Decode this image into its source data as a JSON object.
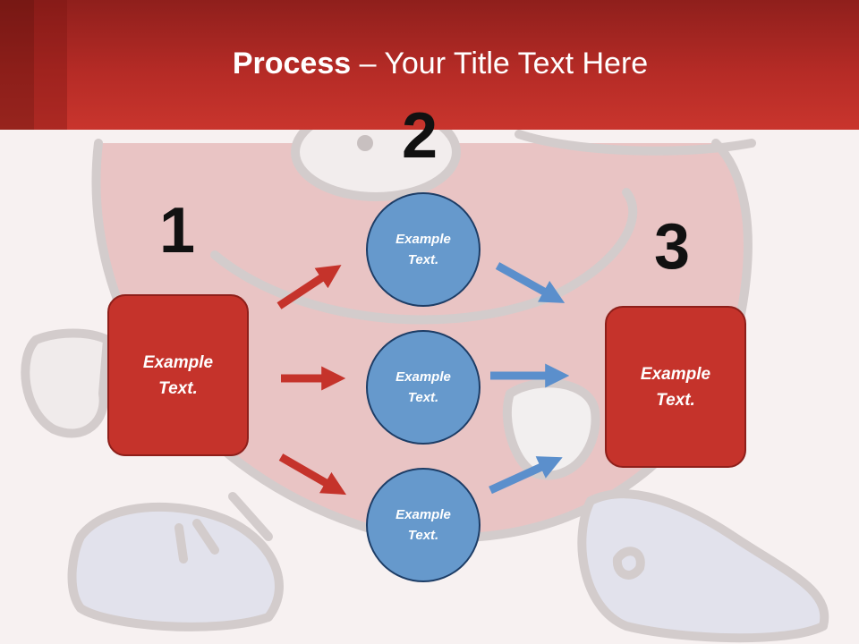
{
  "title": {
    "bold": "Process",
    "rest": " – Your Title Text Here"
  },
  "steps": {
    "one": "1",
    "two": "2",
    "three": "3"
  },
  "left_box": {
    "line1": "Example",
    "line2": "Text."
  },
  "right_box": {
    "line1": "Example",
    "line2": "Text."
  },
  "circles": [
    {
      "line1": "Example",
      "line2": "Text."
    },
    {
      "line1": "Example",
      "line2": "Text."
    },
    {
      "line1": "Example",
      "line2": "Text."
    }
  ],
  "colors": {
    "header": "#b52b26",
    "box": "#c5332b",
    "circle": "#6699cc",
    "red_arrow": "#c5332b",
    "blue_arrow": "#5b8fcc"
  }
}
